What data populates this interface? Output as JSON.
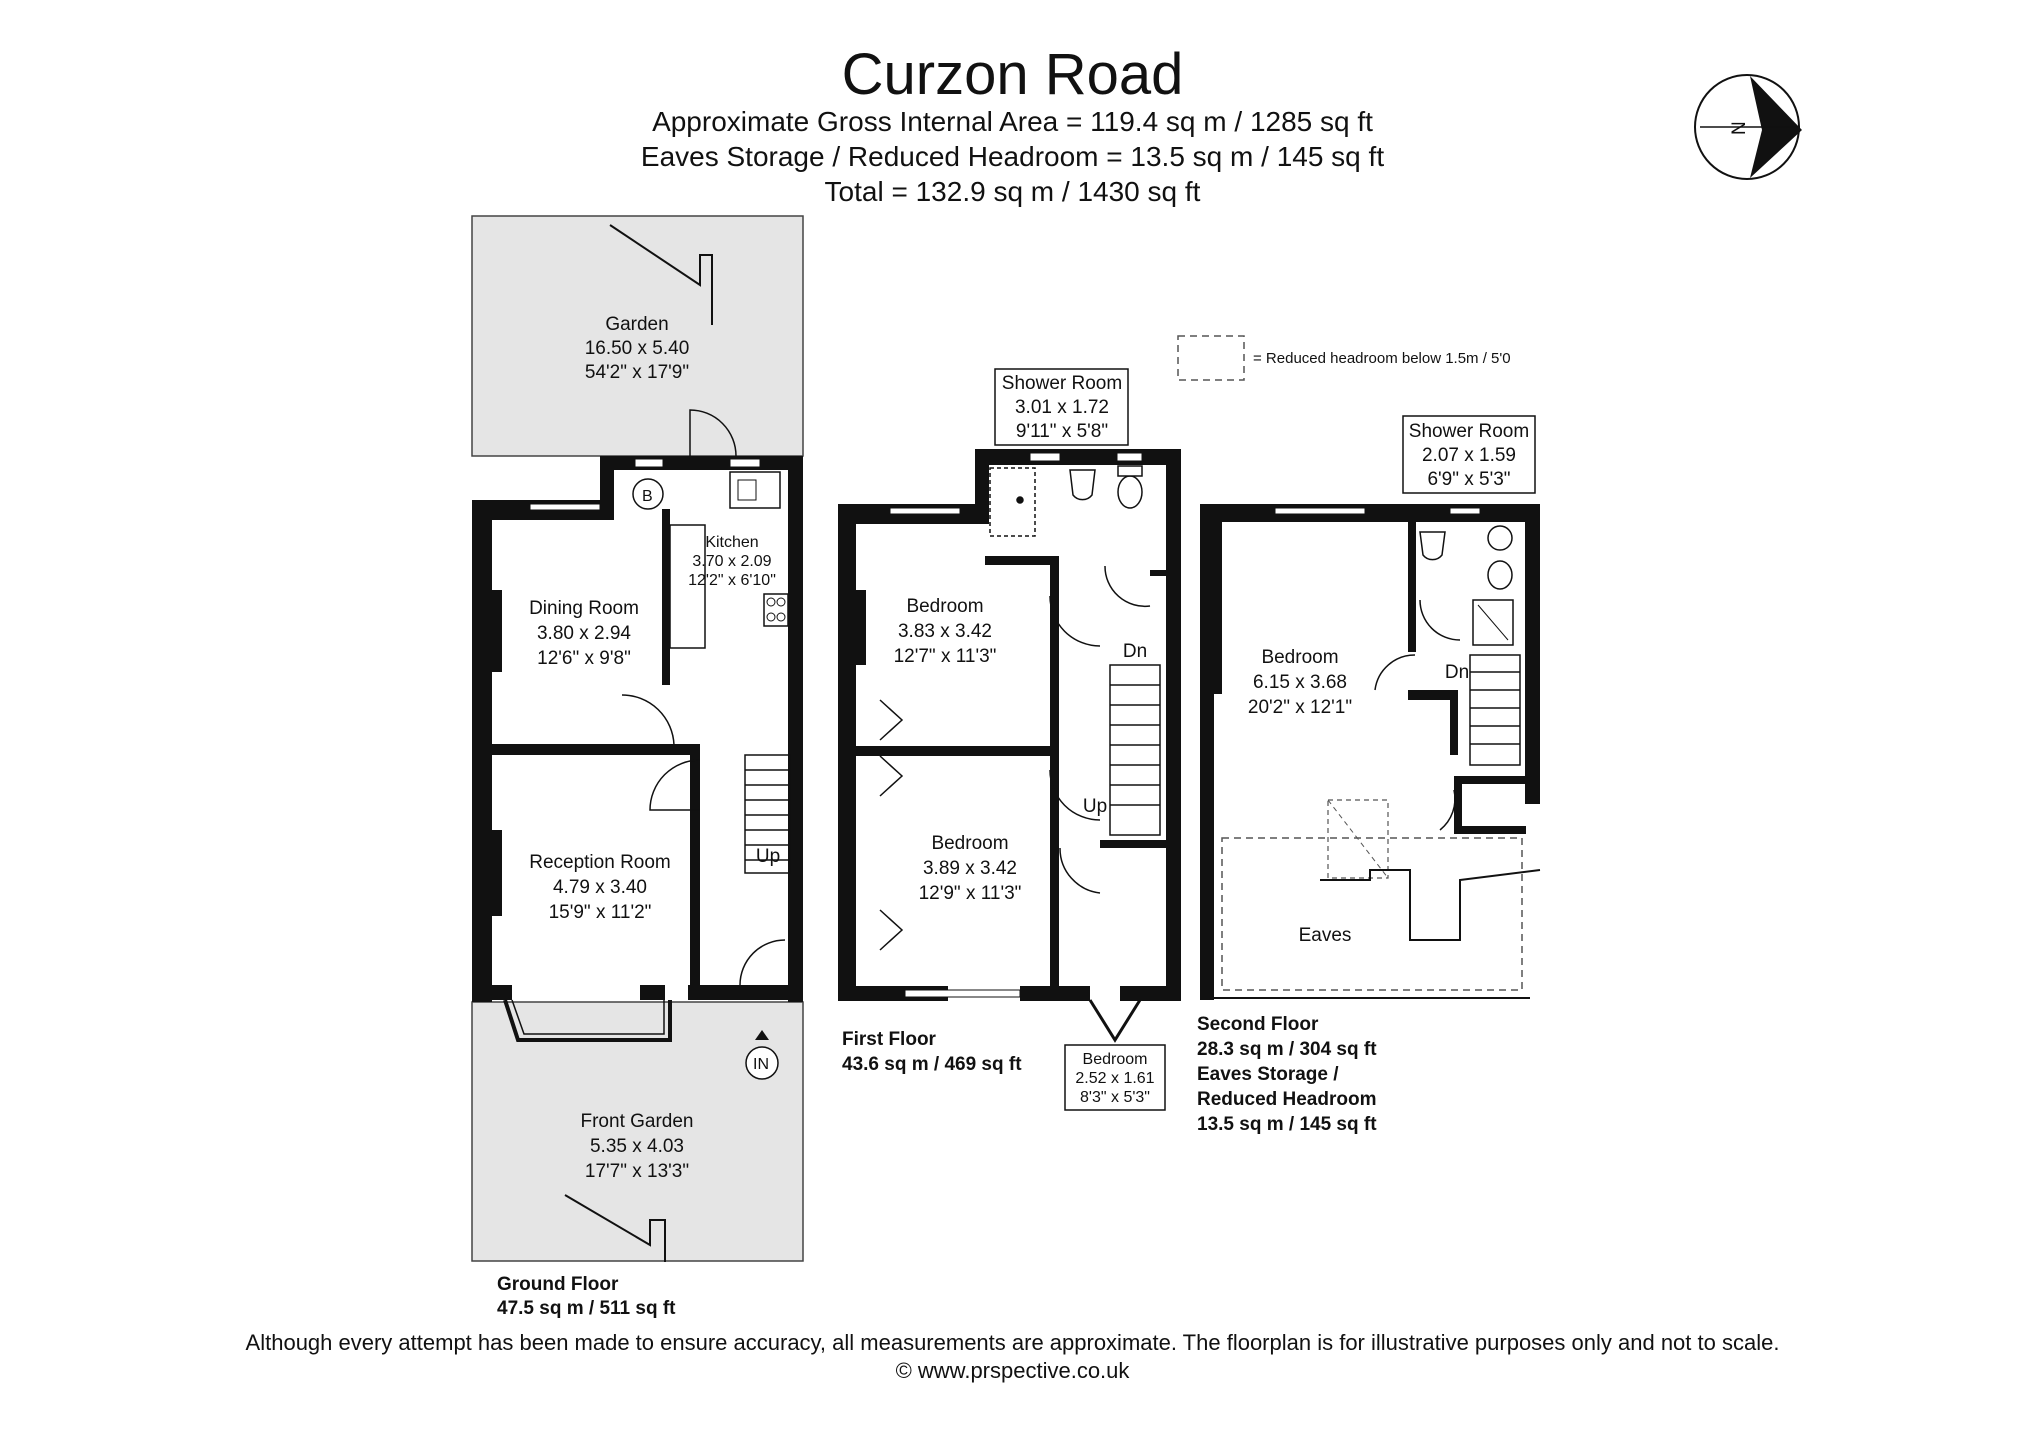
{
  "header": {
    "title": "Curzon Road",
    "gross_area": "Approximate Gross Internal Area = 119.4 sq m / 1285 sq ft",
    "eaves_area": "Eaves Storage / Reduced Headroom = 13.5 sq m / 145 sq ft",
    "total_area": "Total = 132.9 sq m / 1430 sq ft"
  },
  "compass": {
    "letter": "N"
  },
  "legend": {
    "text": "= Reduced headroom below 1.5m / 5'0"
  },
  "ground_floor": {
    "garden": {
      "name": "Garden",
      "metric": "16.50 x 5.40",
      "imperial": "54'2\" x 17'9\""
    },
    "boiler": "B",
    "kitchen": {
      "name": "Kitchen",
      "metric": "3.70 x 2.09",
      "imperial": "12'2\" x 6'10\""
    },
    "dining": {
      "name": "Dining Room",
      "metric": "3.80 x 2.94",
      "imperial": "12'6\" x 9'8\""
    },
    "reception": {
      "name": "Reception Room",
      "metric": "4.79 x 3.40",
      "imperial": "15'9\" x 11'2\""
    },
    "stairs": "Up",
    "entrance": "IN",
    "front_garden": {
      "name": "Front Garden",
      "metric": "5.35 x 4.03",
      "imperial": "17'7\" x 13'3\""
    },
    "caption": "Ground Floor",
    "area": "47.5 sq m / 511 sq ft"
  },
  "first_floor": {
    "shower": {
      "name": "Shower Room",
      "metric": "3.01 x 1.72",
      "imperial": "9'11\" x 5'8\""
    },
    "bedroom1": {
      "name": "Bedroom",
      "metric": "3.83 x 3.42",
      "imperial": "12'7\" x 11'3\""
    },
    "bedroom2": {
      "name": "Bedroom",
      "metric": "3.89 x 3.42",
      "imperial": "12'9\" x 11'3\""
    },
    "bedroom3": {
      "name": "Bedroom",
      "metric": "2.52 x 1.61",
      "imperial": "8'3\" x 5'3\""
    },
    "stairs_down": "Dn",
    "stairs_up": "Up",
    "caption": "First Floor",
    "area": "43.6 sq m / 469 sq ft"
  },
  "second_floor": {
    "shower": {
      "name": "Shower Room",
      "metric": "2.07 x 1.59",
      "imperial": "6'9\" x 5'3\""
    },
    "bedroom": {
      "name": "Bedroom",
      "metric": "6.15 x 3.68",
      "imperial": "20'2\" x 12'1\""
    },
    "stairs_down": "Dn",
    "eaves": "Eaves",
    "caption": "Second Floor",
    "area": "28.3 sq m / 304 sq ft",
    "eaves_caption_1": "Eaves Storage /",
    "eaves_caption_2": "Reduced Headroom",
    "eaves_area": "13.5 sq m / 145 sq ft"
  },
  "footer": {
    "disclaimer": "Although every attempt has been made to ensure accuracy, all measurements are approximate. The floorplan is for illustrative purposes only and not to scale.",
    "copyright": "© www.prspective.co.uk"
  },
  "colors": {
    "wall": "#111111",
    "garden_fill": "#e5e5e5",
    "line": "#333333"
  }
}
